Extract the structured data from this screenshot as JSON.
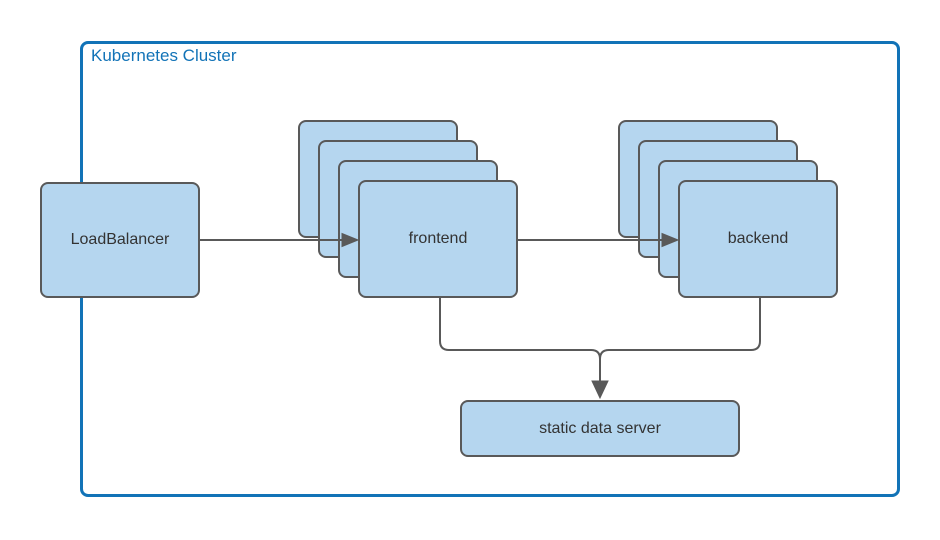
{
  "diagram": {
    "title": "Kubernetes Cluster",
    "nodes": {
      "load_balancer": {
        "label": "LoadBalancer"
      },
      "frontend": {
        "label": "frontend",
        "replicas": 4
      },
      "backend": {
        "label": "backend",
        "replicas": 4
      },
      "static_data_server": {
        "label": "static data server"
      }
    },
    "edges": [
      {
        "from": "load_balancer",
        "to": "frontend"
      },
      {
        "from": "frontend",
        "to": "backend"
      },
      {
        "from": "frontend",
        "to": "static_data_server"
      },
      {
        "from": "backend",
        "to": "static_data_server"
      }
    ],
    "colors": {
      "cluster_border": "#1273b7",
      "node_fill": "#b5d6ef",
      "node_border": "#595959",
      "connector": "#595959",
      "text_color": "#333333",
      "canvas_bg": "#ffffff"
    }
  }
}
